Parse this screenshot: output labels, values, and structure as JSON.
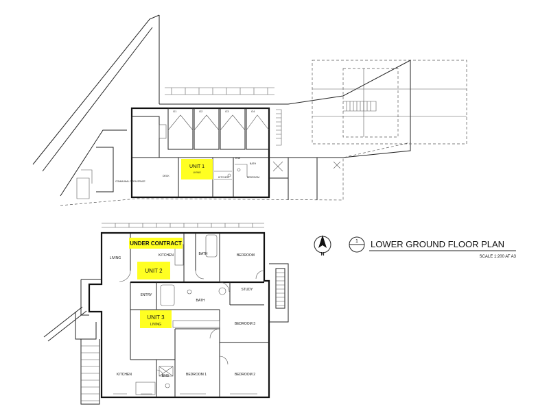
{
  "site_plan": {
    "unit_label": "UNIT 1",
    "rooms": {
      "living": "LIVING",
      "kitchen": "KITCHEN",
      "bath": "BATH",
      "bedroom": "BEDROOM",
      "ens": "ENS",
      "deck": "DECK",
      "open_space": "COMMUNAL OPEN SPACE"
    },
    "garages": [
      "G1",
      "G2",
      "G3",
      "G4"
    ]
  },
  "floor_plan": {
    "badge": "UNDER CONTRACT",
    "unit2": {
      "label": "UNIT 2",
      "living": "LIVING",
      "kitchen": "KITCHEN",
      "bath": "BATH",
      "bedroom": "BEDROOM"
    },
    "shared": {
      "entry": "ENTRY",
      "bath": "BATH",
      "study": "STUDY"
    },
    "unit3": {
      "label": "UNIT 3",
      "living": "LIVING",
      "kitchen": "KITCHEN",
      "ens": "ENS",
      "bedroom1": "BEDROOM 1",
      "bedroom2": "BEDROOM 2",
      "bedroom3": "BEDROOM 3"
    }
  },
  "title_block": {
    "number": "1",
    "title": "LOWER GROUND FLOOR PLAN",
    "scale": "SCALE 1:200 AT A3",
    "north": "N"
  }
}
